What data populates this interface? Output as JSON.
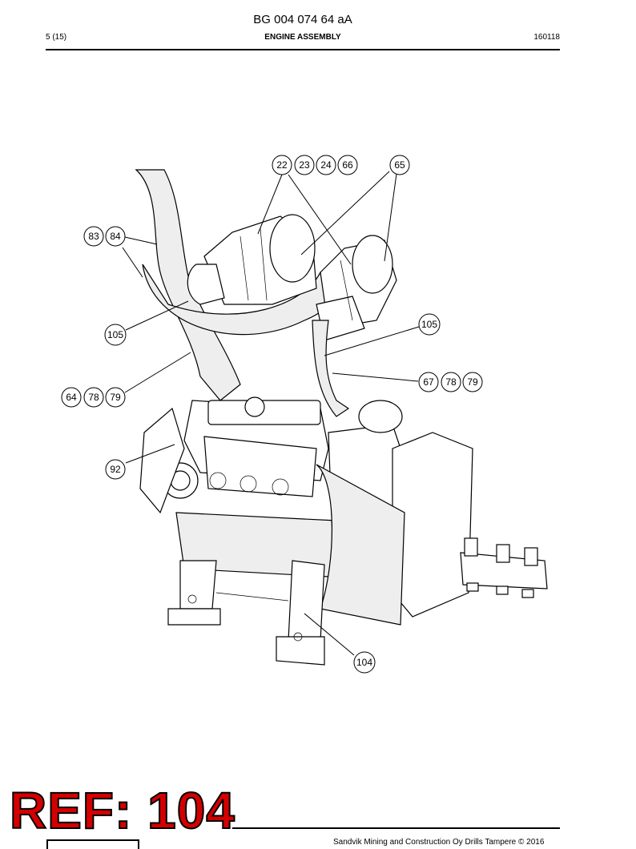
{
  "header": {
    "document_number": "BG 004 074 64 aA",
    "page": "5 (15)",
    "section_title": "ENGINE ASSEMBLY",
    "date_code": "160118"
  },
  "callouts": [
    {
      "id": "c22",
      "label": "22"
    },
    {
      "id": "c23",
      "label": "23"
    },
    {
      "id": "c24",
      "label": "24"
    },
    {
      "id": "c66",
      "label": "66"
    },
    {
      "id": "c65",
      "label": "65"
    },
    {
      "id": "c83",
      "label": "83"
    },
    {
      "id": "c84",
      "label": "84"
    },
    {
      "id": "c105a",
      "label": "105"
    },
    {
      "id": "c105b",
      "label": "105"
    },
    {
      "id": "c67",
      "label": "67"
    },
    {
      "id": "c78a",
      "label": "78"
    },
    {
      "id": "c79a",
      "label": "79"
    },
    {
      "id": "c64",
      "label": "64"
    },
    {
      "id": "c78b",
      "label": "78"
    },
    {
      "id": "c79b",
      "label": "79"
    },
    {
      "id": "c92",
      "label": "92"
    },
    {
      "id": "c104",
      "label": "104"
    }
  ],
  "ref_label": "REF: 104",
  "footer": {
    "copyright": "Sandvik Mining and Construction Oy Drills Tampere © 2016"
  }
}
